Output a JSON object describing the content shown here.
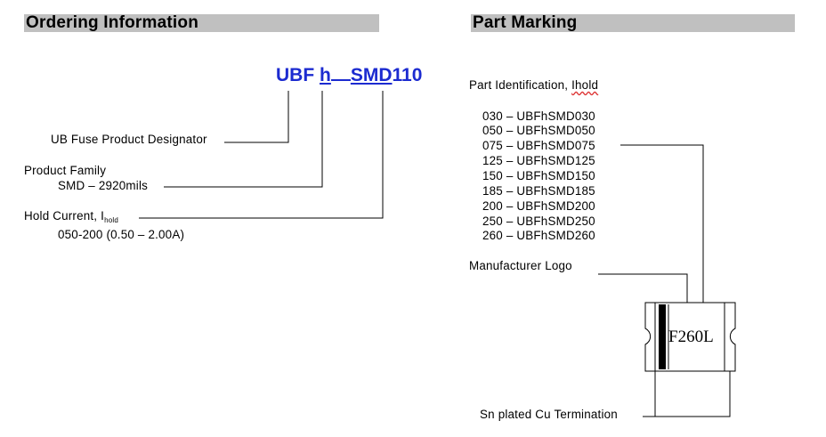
{
  "ordering": {
    "title": "Ordering Information",
    "part_number": {
      "p1": "UBF",
      "p2": "h",
      "p3": "SMD",
      "p4": "110"
    },
    "designator_label": "UB Fuse Product Designator",
    "family_label": "Product Family",
    "family_value": "SMD – 2920mils",
    "hold_label": "Hold Current, I",
    "hold_sub": "hold",
    "hold_value": "050-200 (0.50 – 2.00A)"
  },
  "marking": {
    "title": "Part Marking",
    "part_id_label_a": "Part Identification, ",
    "part_id_label_b": "Ihold",
    "parts": [
      "030 – UBFhSMD030",
      "050 – UBFhSMD050",
      "075 – UBFhSMD075",
      "125 – UBFhSMD125",
      "150 – UBFhSMD150",
      "185 – UBFhSMD185",
      "200 – UBFhSMD200",
      "250 – UBFhSMD250",
      "260 – UBFhSMD260"
    ],
    "logo_label": "Manufacturer Logo",
    "chip_text": "F260L",
    "termination_label": "Sn plated Cu Termination"
  }
}
